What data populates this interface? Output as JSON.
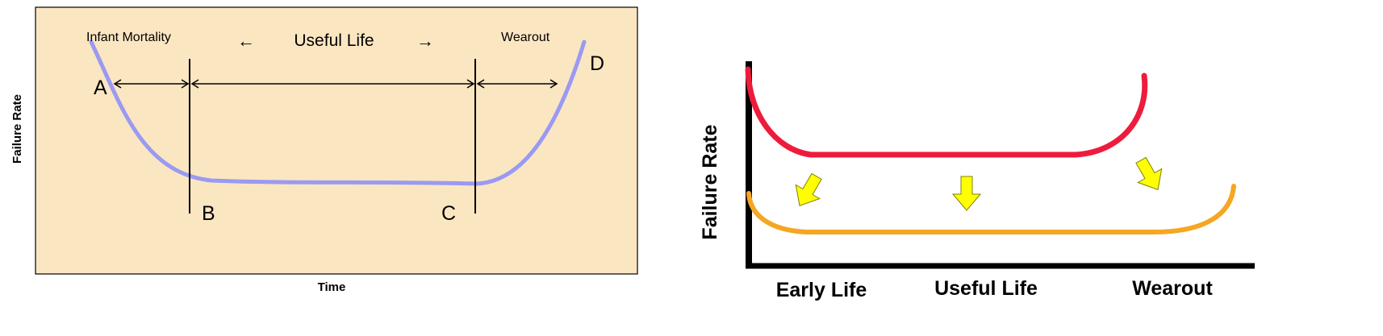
{
  "left_diagram": {
    "y_axis_label": "Failure Rate",
    "x_axis_label": "Time",
    "phase_labels": {
      "infant_mortality": "Infant Mortality",
      "useful_life": "Useful Life",
      "wearout": "Wearout"
    },
    "arrow_glyphs": {
      "left": "←",
      "right": "→"
    },
    "points": {
      "a": "A",
      "b": "B",
      "c": "C",
      "d": "D"
    },
    "colors": {
      "panel_fill": "#fbe6c2",
      "curve": "#9a9af2",
      "lines": "#000000"
    }
  },
  "right_diagram": {
    "y_axis_label": "Failure Rate",
    "x_labels": {
      "early": "Early Life",
      "useful": "Useful Life",
      "wearout": "Wearout"
    },
    "colors": {
      "upper_curve": "#ee1c3c",
      "lower_curve": "#f5a623",
      "arrows": "#ffff00",
      "arrow_outline": "#808000",
      "axes": "#000000"
    }
  }
}
